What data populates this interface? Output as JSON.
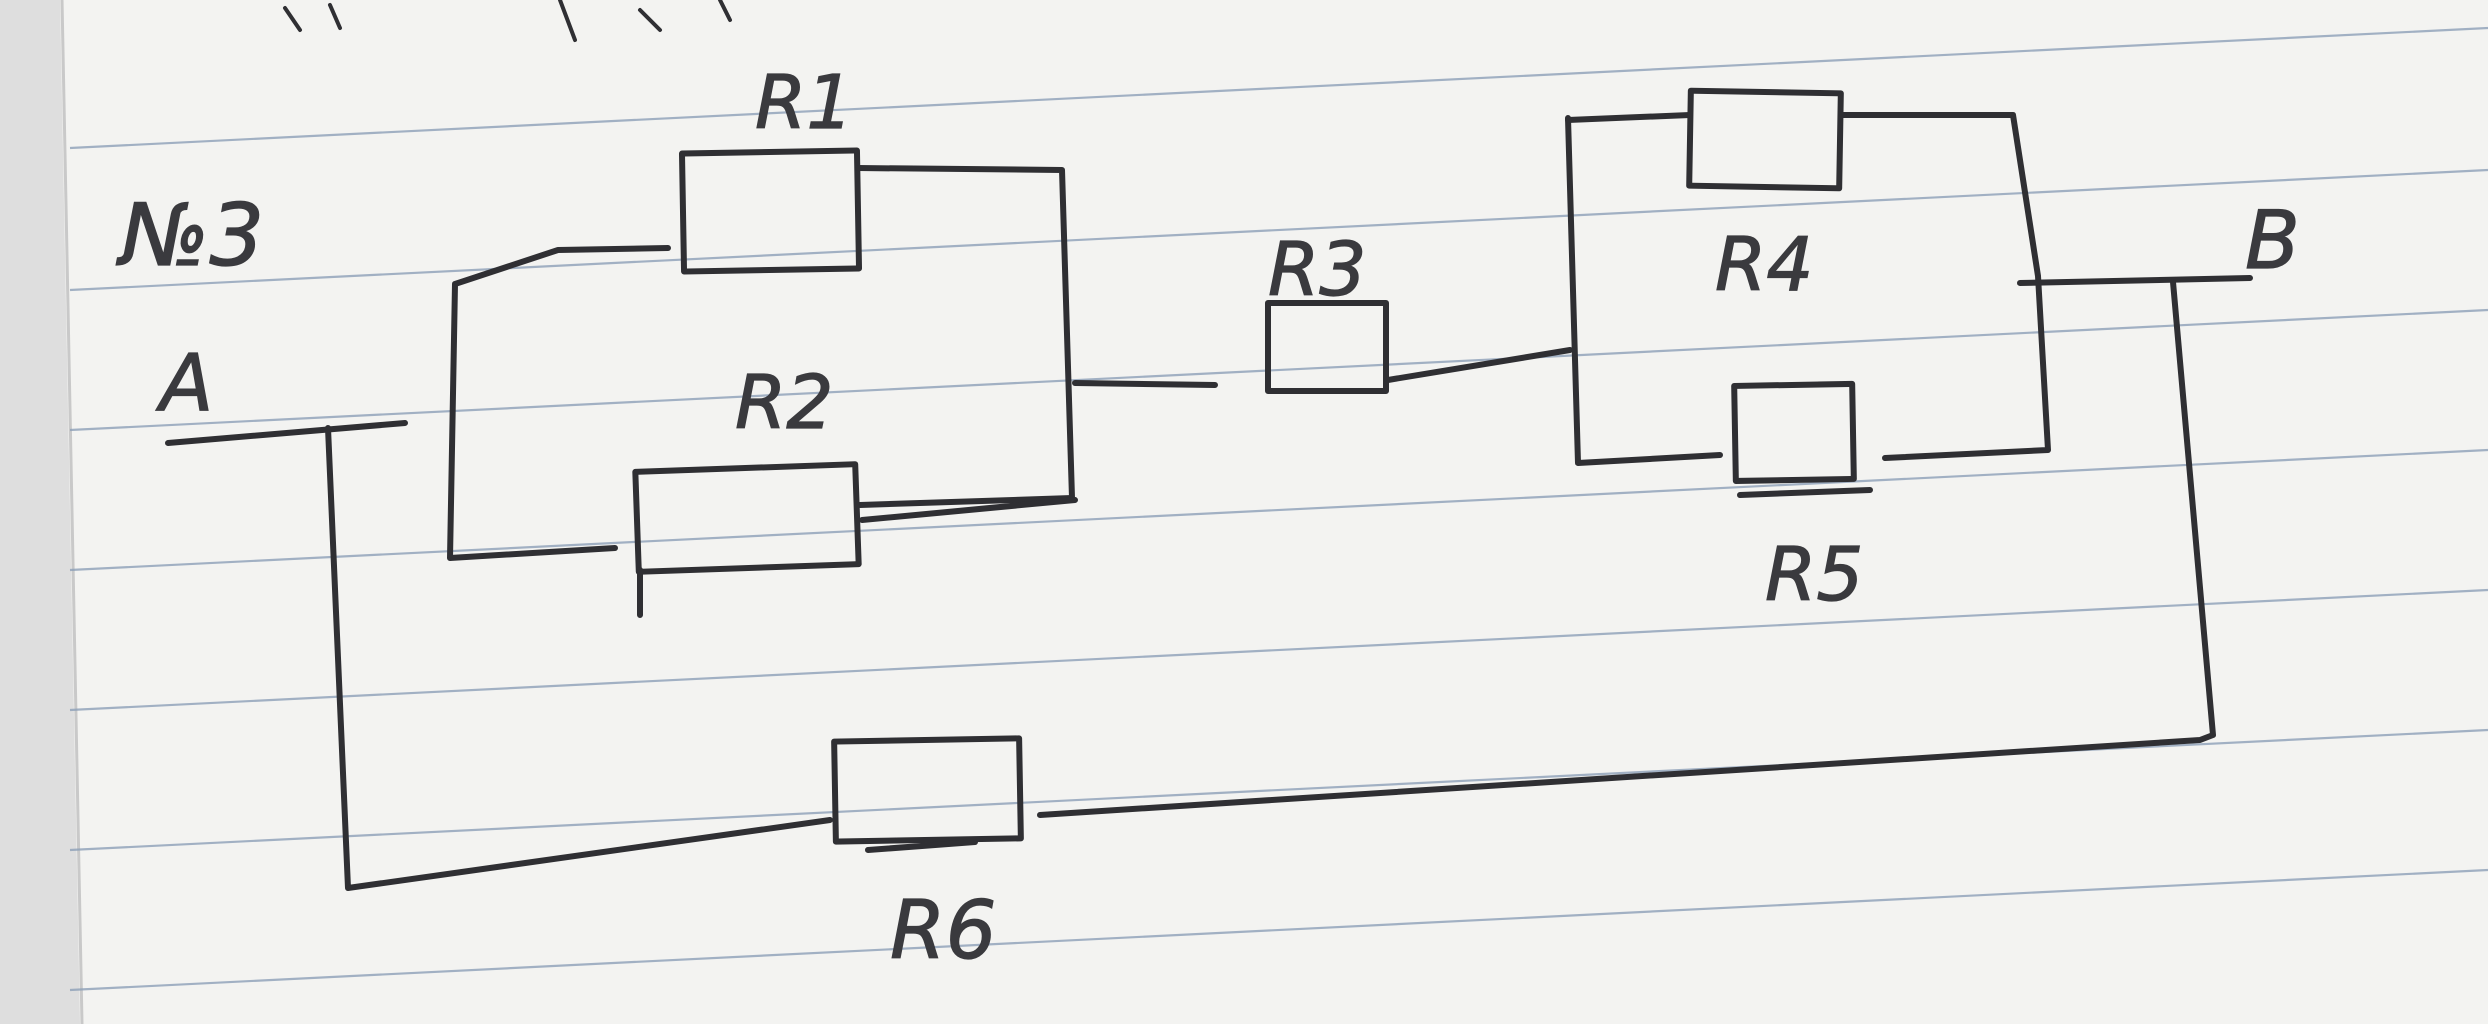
{
  "labels": {
    "problem_number": "№3",
    "node_a": "A",
    "node_b": "B",
    "r1": "R1",
    "r2": "R2",
    "r3": "R3",
    "r4": "R4",
    "r5": "R5",
    "r6": "R6"
  },
  "colors": {
    "paper": "#f3f3f1",
    "ink": "#2f2f33",
    "ruling": "#8da0b8"
  }
}
